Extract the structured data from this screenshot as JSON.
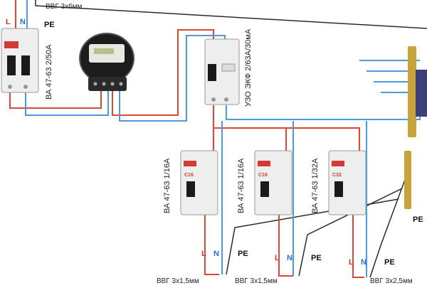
{
  "colors": {
    "phase": "#e0453a",
    "neutral": "#4a9be0",
    "pe": "#2a2a2a",
    "device_body": "#eeeeee",
    "meter_body": "#1c1c1c",
    "bus_bar": "#c8a23a",
    "handle": "#1a1a1a"
  },
  "labels": {
    "phase": "L",
    "neutral": "N",
    "pe": "PE"
  },
  "cables": {
    "input": "ВВГ 3х6мм",
    "out1": "ВВГ 3х1,5мм",
    "out2": "ВВГ 3х1,5мм",
    "out3": "ВВГ 3х2,5мм"
  },
  "devices": {
    "main_breaker": "ВА 47-63 2/50А",
    "rcd": "УЗО ЭКФ 2/63А/30мА",
    "breaker1": "ВА 47-63 1/16А",
    "breaker2": "ВА 47-63 1/16А",
    "breaker3": "ВА 47-63 1/32А",
    "rating1": "C16",
    "rating2": "C16",
    "rating3": "C32"
  },
  "icons": {
    "meter": "electricity-meter-icon",
    "breaker": "circuit-breaker-icon",
    "rcd": "rcd-icon",
    "bus": "terminal-bus-icon"
  }
}
